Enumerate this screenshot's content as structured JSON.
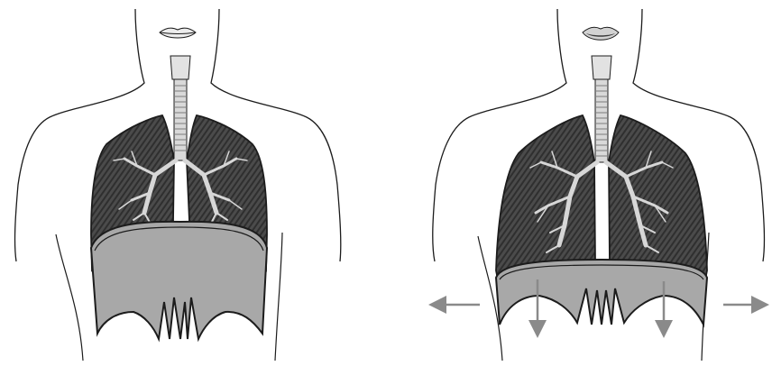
{
  "figure": {
    "panels": [
      {
        "state": "exhale",
        "lungs": "contracted",
        "diaphragm": "domed"
      },
      {
        "state": "inhale",
        "lungs": "expanded",
        "diaphragm": "flattened"
      }
    ],
    "arrows": [
      "left",
      "down",
      "down",
      "right"
    ]
  },
  "colors": {
    "outline": "#1c1c1c",
    "lung_fill": "#4b4b4b",
    "lung_stripe": "#2f2f2f",
    "bronchi": "#d7d7d7",
    "trachea": "#d9d9d9",
    "diaphragm": "#a8a8a8",
    "lips": "#d2d2d2",
    "arrow": "#8a8a8a",
    "background": "#ffffff"
  }
}
